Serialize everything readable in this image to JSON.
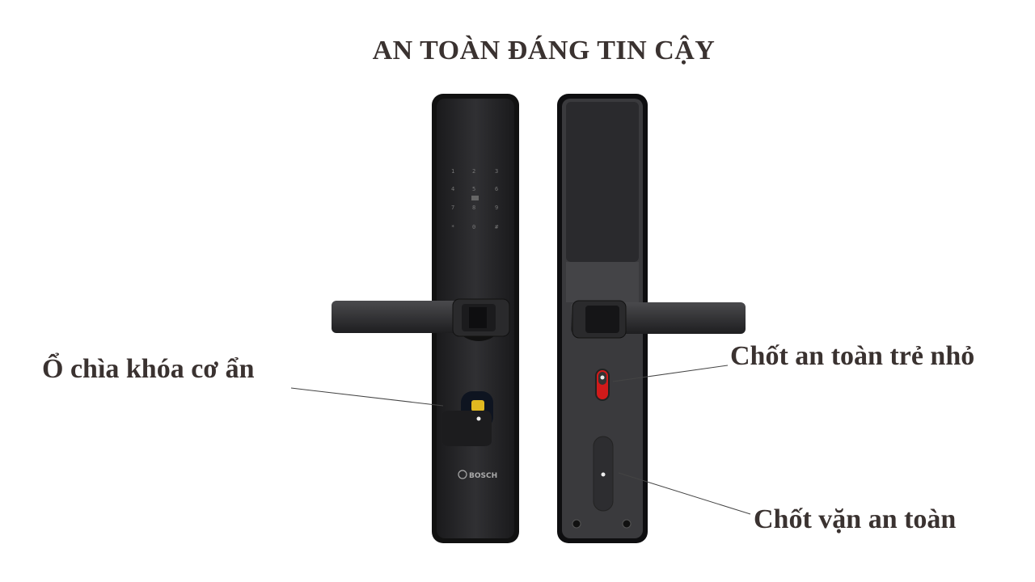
{
  "title": "AN TOÀN ĐÁNG TIN CẬY",
  "callouts": {
    "hidden_key": "Ổ chìa khóa cơ ẩn",
    "child_lock": "Chốt an toàn trẻ nhỏ",
    "safety_knob": "Chốt vặn an toàn"
  },
  "brand_logo": "BOSCH",
  "colors": {
    "body": "#2b2b2d",
    "text": "#3a3230",
    "child_lock": "#d11a1a",
    "key_cylinder": "#e0b820"
  }
}
